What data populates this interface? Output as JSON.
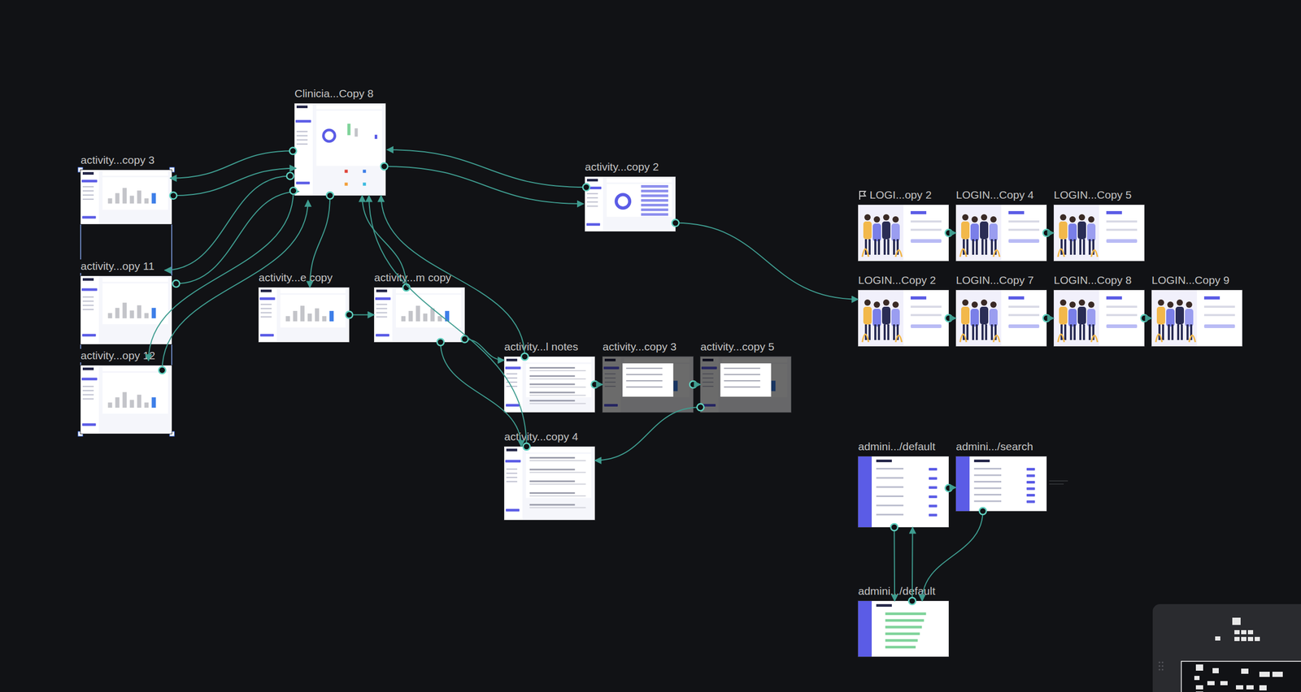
{
  "diagram": {
    "nodes": [
      {
        "text": [
          "Clinicia...Copy 8"
        ]
      },
      {
        "text": [
          "activity...copy 3"
        ]
      },
      {
        "text": [
          "activity...opy 11"
        ]
      },
      {
        "text": [
          "activity...opy 12"
        ]
      },
      {
        "text": [
          "activity...copy 2"
        ]
      },
      {
        "text": [
          "activity...e copy"
        ]
      },
      {
        "text": [
          "activity...m copy"
        ]
      },
      {
        "text": [
          "activity...l notes"
        ]
      },
      {
        "text": [
          "activity...copy 3"
        ]
      },
      {
        "text": [
          "activity...copy 5"
        ]
      },
      {
        "text": [
          "activity...copy 4"
        ]
      },
      {
        "text": [
          "LOGI...opy 2"
        ]
      },
      {
        "text": [
          "LOGIN...Copy 4"
        ]
      },
      {
        "text": [
          "LOGIN...Copy 5"
        ]
      },
      {
        "text": [
          "LOGIN...Copy 2"
        ]
      },
      {
        "text": [
          "LOGIN...Copy 7"
        ]
      },
      {
        "text": [
          "LOGIN...Copy 8"
        ]
      },
      {
        "text": [
          "LOGIN...Copy 9"
        ]
      },
      {
        "text": [
          "admini.../default"
        ]
      },
      {
        "text": [
          "admini.../search"
        ]
      },
      {
        "text": [
          "admini.../default"
        ]
      }
    ],
    "edges": [
      {
        "from": 0,
        "to": 1,
        "arrow": "to"
      },
      {
        "from": 1,
        "to": 0,
        "arrow": "to"
      },
      {
        "from": 0,
        "to": 2,
        "arrow": "to"
      },
      {
        "from": 2,
        "to": 0,
        "arrow": "to"
      },
      {
        "from": 0,
        "to": 3,
        "arrow": "to"
      },
      {
        "from": 3,
        "to": 0,
        "arrow": "to"
      },
      {
        "from": 0,
        "to": 4,
        "arrow": "to"
      },
      {
        "from": 4,
        "to": 0,
        "arrow": "to"
      },
      {
        "from": 0,
        "to": 5,
        "arrow": "to"
      },
      {
        "from": 5,
        "to": 6,
        "arrow": "to"
      },
      {
        "from": 6,
        "to": 0,
        "arrow": "to"
      },
      {
        "from": 6,
        "to": 7,
        "arrow": "to"
      },
      {
        "from": 6,
        "to": 10,
        "arrow": "to"
      },
      {
        "from": 7,
        "to": 0,
        "arrow": "to"
      },
      {
        "from": 7,
        "to": 8,
        "arrow": "to"
      },
      {
        "from": 8,
        "to": 9,
        "arrow": "to"
      },
      {
        "from": 9,
        "to": 10,
        "arrow": "to"
      },
      {
        "from": 10,
        "to": 0,
        "arrow": "to"
      },
      {
        "from": 4,
        "to": 14,
        "arrow": "to"
      },
      {
        "from": 11,
        "to": 12,
        "arrow": "to"
      },
      {
        "from": 12,
        "to": 13,
        "arrow": "to"
      },
      {
        "from": 14,
        "to": 15,
        "arrow": "to"
      },
      {
        "from": 15,
        "to": 16,
        "arrow": "to"
      },
      {
        "from": 16,
        "to": 17,
        "arrow": "to"
      },
      {
        "from": 18,
        "to": 19,
        "arrow": "to"
      },
      {
        "from": 18,
        "to": 20,
        "arrow": "to"
      },
      {
        "from": 20,
        "to": 18,
        "arrow": "to"
      },
      {
        "from": 19,
        "to": 20,
        "arrow": "to"
      }
    ]
  }
}
